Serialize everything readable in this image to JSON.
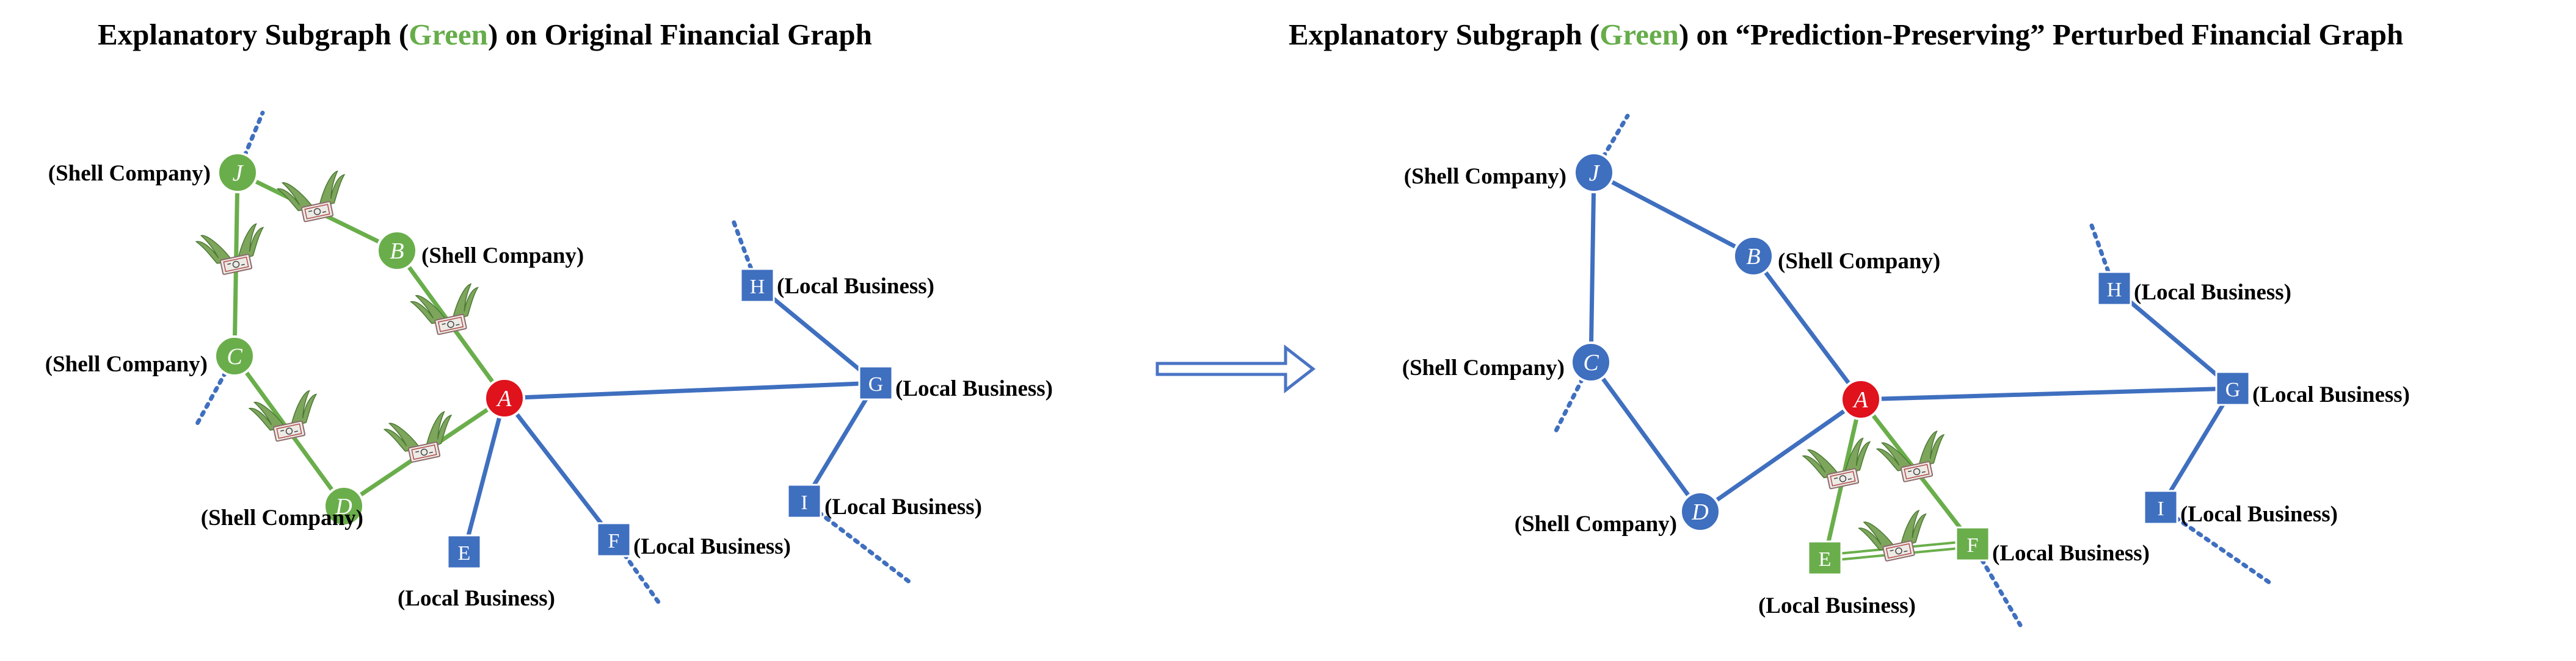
{
  "titles": {
    "left": {
      "pre": "Explanatory Subgraph (",
      "green": "Green",
      "post": ") on Original Financial Graph"
    },
    "right": {
      "pre": "Explanatory Subgraph (",
      "green": "Green",
      "post": ") on “Prediction-Preserving” Perturbed Financial  Graph"
    }
  },
  "colors": {
    "green": "#6aae4b",
    "blue": "#3f6fbf",
    "red": "#e0121c"
  },
  "icons": {
    "money": "money-with-wings-icon",
    "arrow": "right-arrow-icon"
  },
  "graphs": [
    {
      "id": "original",
      "nodes": [
        {
          "id": "J",
          "shape": "circle",
          "color": "green",
          "label": "(Shell Company)",
          "label_side": "left"
        },
        {
          "id": "B",
          "shape": "circle",
          "color": "green",
          "label": "(Shell Company)",
          "label_side": "right"
        },
        {
          "id": "C",
          "shape": "circle",
          "color": "green",
          "label": "(Shell Company)",
          "label_side": "left"
        },
        {
          "id": "D",
          "shape": "circle",
          "color": "green",
          "label": "(Shell Company)",
          "label_side": "left"
        },
        {
          "id": "A",
          "shape": "circle",
          "color": "red",
          "label": "",
          "label_side": "none"
        },
        {
          "id": "E",
          "shape": "square",
          "color": "blue",
          "label": "(Local Business)",
          "label_side": "below"
        },
        {
          "id": "F",
          "shape": "square",
          "color": "blue",
          "label": "(Local Business)",
          "label_side": "right"
        },
        {
          "id": "G",
          "shape": "square",
          "color": "blue",
          "label": "(Local Business)",
          "label_side": "right"
        },
        {
          "id": "H",
          "shape": "square",
          "color": "blue",
          "label": "(Local Business)",
          "label_side": "right"
        },
        {
          "id": "I",
          "shape": "square",
          "color": "blue",
          "label": "(Local Business)",
          "label_side": "right"
        }
      ],
      "edges": [
        {
          "from": "J",
          "to": "B",
          "color": "green",
          "money": true
        },
        {
          "from": "J",
          "to": "C",
          "color": "green",
          "money": true
        },
        {
          "from": "B",
          "to": "A",
          "color": "green",
          "money": true
        },
        {
          "from": "C",
          "to": "D",
          "color": "green",
          "money": true
        },
        {
          "from": "D",
          "to": "A",
          "color": "green",
          "money": true
        },
        {
          "from": "A",
          "to": "E",
          "color": "blue",
          "money": false
        },
        {
          "from": "A",
          "to": "F",
          "color": "blue",
          "money": false
        },
        {
          "from": "A",
          "to": "G",
          "color": "blue",
          "money": false
        },
        {
          "from": "G",
          "to": "H",
          "color": "blue",
          "money": false
        },
        {
          "from": "G",
          "to": "I",
          "color": "blue",
          "money": false
        }
      ]
    },
    {
      "id": "perturbed",
      "nodes": [
        {
          "id": "J",
          "shape": "circle",
          "color": "blue",
          "label": "(Shell Company)",
          "label_side": "left"
        },
        {
          "id": "B",
          "shape": "circle",
          "color": "blue",
          "label": "(Shell Company)",
          "label_side": "right"
        },
        {
          "id": "C",
          "shape": "circle",
          "color": "blue",
          "label": "(Shell Company)",
          "label_side": "left"
        },
        {
          "id": "D",
          "shape": "circle",
          "color": "blue",
          "label": "(Shell Company)",
          "label_side": "left"
        },
        {
          "id": "A",
          "shape": "circle",
          "color": "red",
          "label": "",
          "label_side": "none"
        },
        {
          "id": "E",
          "shape": "square",
          "color": "green",
          "label": "(Local Business)",
          "label_side": "below"
        },
        {
          "id": "F",
          "shape": "square",
          "color": "green",
          "label": "(Local Business)",
          "label_side": "right"
        },
        {
          "id": "G",
          "shape": "square",
          "color": "blue",
          "label": "(Local Business)",
          "label_side": "right"
        },
        {
          "id": "H",
          "shape": "square",
          "color": "blue",
          "label": "(Local Business)",
          "label_side": "right"
        },
        {
          "id": "I",
          "shape": "square",
          "color": "blue",
          "label": "(Local Business)",
          "label_side": "right"
        }
      ],
      "edges": [
        {
          "from": "J",
          "to": "B",
          "color": "blue",
          "money": false
        },
        {
          "from": "J",
          "to": "C",
          "color": "blue",
          "money": false
        },
        {
          "from": "B",
          "to": "A",
          "color": "blue",
          "money": false
        },
        {
          "from": "C",
          "to": "D",
          "color": "blue",
          "money": false
        },
        {
          "from": "D",
          "to": "A",
          "color": "blue",
          "money": false
        },
        {
          "from": "A",
          "to": "E",
          "color": "green",
          "money": true
        },
        {
          "from": "A",
          "to": "F",
          "color": "green",
          "money": true
        },
        {
          "from": "E",
          "to": "F",
          "color": "green",
          "money": true
        },
        {
          "from": "A",
          "to": "G",
          "color": "blue",
          "money": false
        },
        {
          "from": "G",
          "to": "H",
          "color": "blue",
          "money": false
        },
        {
          "from": "G",
          "to": "I",
          "color": "blue",
          "money": false
        }
      ]
    }
  ]
}
